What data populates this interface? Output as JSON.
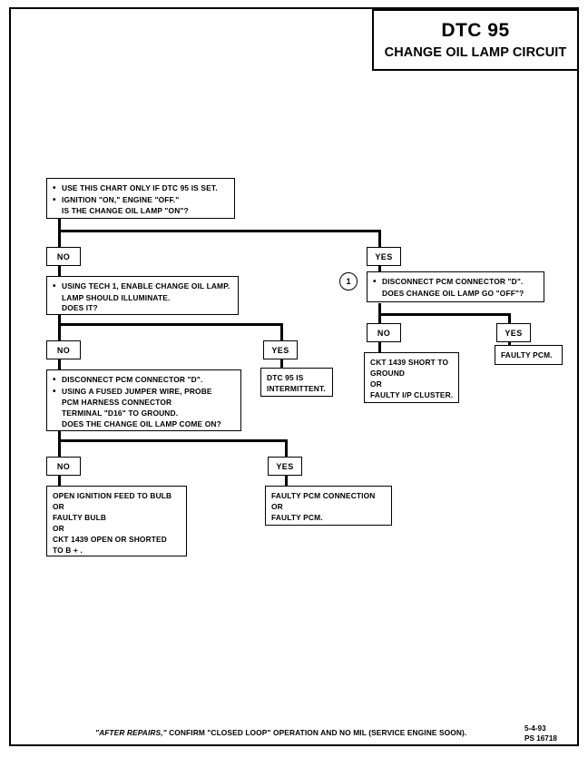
{
  "title": {
    "code": "DTC 95",
    "name": "CHANGE OIL LAMP CIRCUIT"
  },
  "answers": {
    "no": "NO",
    "yes": "YES"
  },
  "reference_marker": "1",
  "nodes": {
    "start": {
      "bullet1": "USE THIS CHART ONLY IF DTC 95 IS SET.",
      "bullet2": "IGNITION \"ON,\" ENGINE \"OFF.\"",
      "bullet2_cont": "IS THE CHANGE OIL LAMP \"ON\"?"
    },
    "tech1_test": {
      "bullet1": "USING TECH 1, ENABLE CHANGE OIL LAMP.",
      "line2": "LAMP SHOULD ILLUMINATE.",
      "line3": "DOES IT?"
    },
    "disconnect_pcm_right": {
      "bullet1": "DISCONNECT PCM CONNECTOR \"D\".",
      "line2": "DOES CHANGE OIL LAMP GO \"OFF\"?"
    },
    "ckt_short": {
      "line1": "CKT 1439 SHORT TO",
      "line2": "GROUND",
      "line3": "OR",
      "line4": "FAULTY I/P CLUSTER."
    },
    "faulty_pcm": {
      "line1": "FAULTY PCM."
    },
    "jumper_test": {
      "bullet1": "DISCONNECT PCM CONNECTOR \"D\".",
      "bullet2": "USING A FUSED JUMPER WIRE, PROBE",
      "bullet2_cont1": "PCM HARNESS CONNECTOR",
      "bullet2_cont2": "TERMINAL \"D16\" TO GROUND.",
      "bullet2_cont3": "DOES THE CHANGE OIL LAMP COME ON?"
    },
    "intermittent": {
      "line1": "DTC 95 IS",
      "line2": "INTERMITTENT."
    },
    "open_feed": {
      "line1": "OPEN IGNITION FEED TO BULB",
      "line2": "OR",
      "line3": "FAULTY BULB",
      "line4": "OR",
      "line5": "CKT 1439 OPEN OR SHORTED",
      "line6": "TO B + ."
    },
    "faulty_connection": {
      "line1": "FAULTY PCM CONNECTION",
      "line2": "OR",
      "line3": "FAULTY PCM."
    }
  },
  "footer": {
    "note_italic": "\"AFTER REPAIRS,\"",
    "note_rest": " CONFIRM \"CLOSED LOOP\" OPERATION AND NO MIL (SERVICE ENGINE SOON).",
    "date": "5-4-93",
    "doc_id": "PS 16718"
  }
}
